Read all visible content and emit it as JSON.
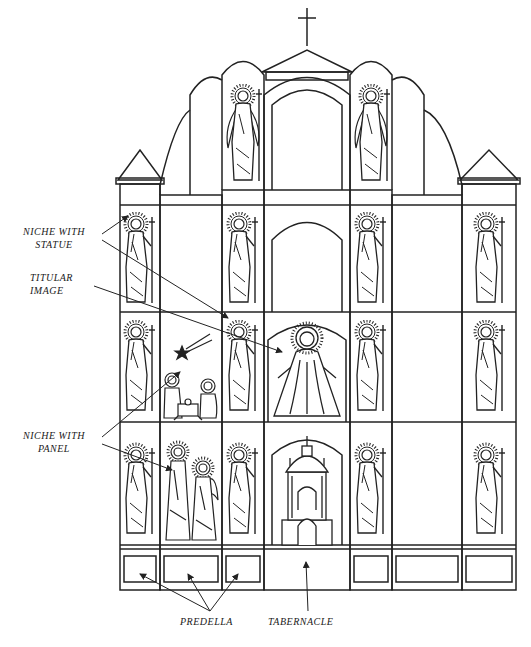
{
  "diagram": {
    "labels": [
      "NICHE WITH STATUE",
      "TITULAR IMAGE",
      "NICHE WITH PANEL",
      "PREDELLA",
      "TABERNACLE"
    ]
  }
}
